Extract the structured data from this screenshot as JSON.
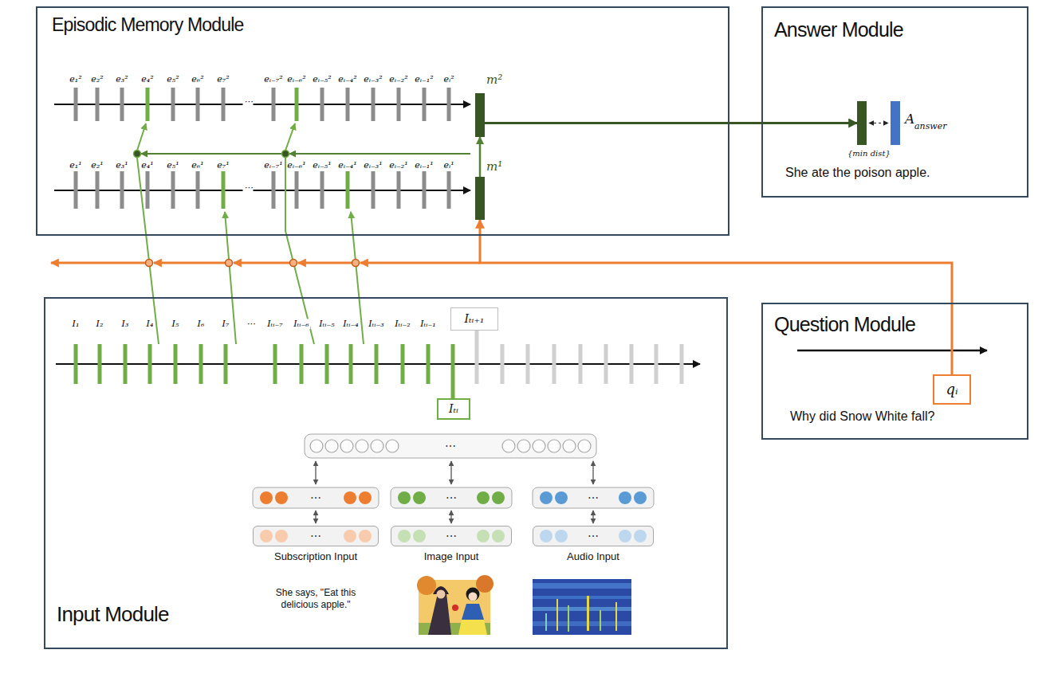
{
  "diagram": {
    "nodes": [
      {
        "text": [
          "Episodic Memory Module"
        ]
      },
      {
        "text": [
          "m²"
        ],
        "in": 0
      },
      {
        "text": [
          "m¹"
        ],
        "in": 0
      },
      {
        "text": [
          "Answer Module",
          "She ate the poison apple."
        ]
      },
      {
        "text": [
          "{min dist}"
        ],
        "in": 3
      },
      {
        "text": [
          "A",
          "answer"
        ],
        "in": 3
      },
      {
        "text": [
          "Question Module",
          "Why did Snow White fall?"
        ]
      },
      {
        "text": [
          "qᵢ"
        ],
        "in": 6
      },
      {
        "text": [
          "Input Module"
        ]
      },
      {
        "text": [
          "Iₜᵢ"
        ],
        "in": 8
      },
      {
        "text": [
          "Iₜᵢ₊₁"
        ],
        "in": 8
      },
      {
        "text": [
          "Subscription Input"
        ],
        "in": 8
      },
      {
        "text": [
          "Image Input"
        ],
        "in": 8
      },
      {
        "text": [
          "Audio Input"
        ],
        "in": 8
      }
    ],
    "edges": [
      {
        "from": 2,
        "to": 1,
        "arrow": "to"
      },
      {
        "from": 1,
        "to": 4,
        "arrow": "to"
      },
      {
        "from": 7,
        "to": 2,
        "arrow": "to"
      },
      {
        "from": 4,
        "to": 5,
        "arrow": "both"
      }
    ],
    "labels": [
      "e₁²",
      "e₂²",
      "e₃²",
      "e₄²",
      "e₅²",
      "e₆²",
      "e₇²",
      "⋯",
      "eᵢ₋₇²",
      "eᵢ₋₆²",
      "eᵢ₋₅²",
      "eᵢ₋₄²",
      "eᵢ₋₃²",
      "eᵢ₋₂²",
      "eᵢ₋₁²",
      "eᵢ²",
      "e₁¹",
      "e₂¹",
      "e₃¹",
      "e₄¹",
      "e₅¹",
      "e₆¹",
      "e₇¹",
      "⋯",
      "eᵢ₋₇¹",
      "eᵢ₋₆¹",
      "eᵢ₋₅¹",
      "eᵢ₋₄¹",
      "eᵢ₋₃¹",
      "eᵢ₋₂¹",
      "eᵢ₋₁¹",
      "eᵢ¹",
      "I₁",
      "I₂",
      "I₃",
      "I₄",
      "I₅",
      "I₆",
      "I₇",
      "⋯",
      "Iₜᵢ₋₇",
      "Iₜᵢ₋₆",
      "Iₜᵢ₋₅",
      "Iₜᵢ₋₄",
      "Iₜᵢ₋₃",
      "Iₜᵢ₋₂",
      "Iₜᵢ₋₁",
      "⋯",
      "⋯",
      "⋯",
      "⋯",
      "⋯",
      "⋯",
      "⋯",
      "She says, \"Eat this delicious apple.\""
    ]
  }
}
